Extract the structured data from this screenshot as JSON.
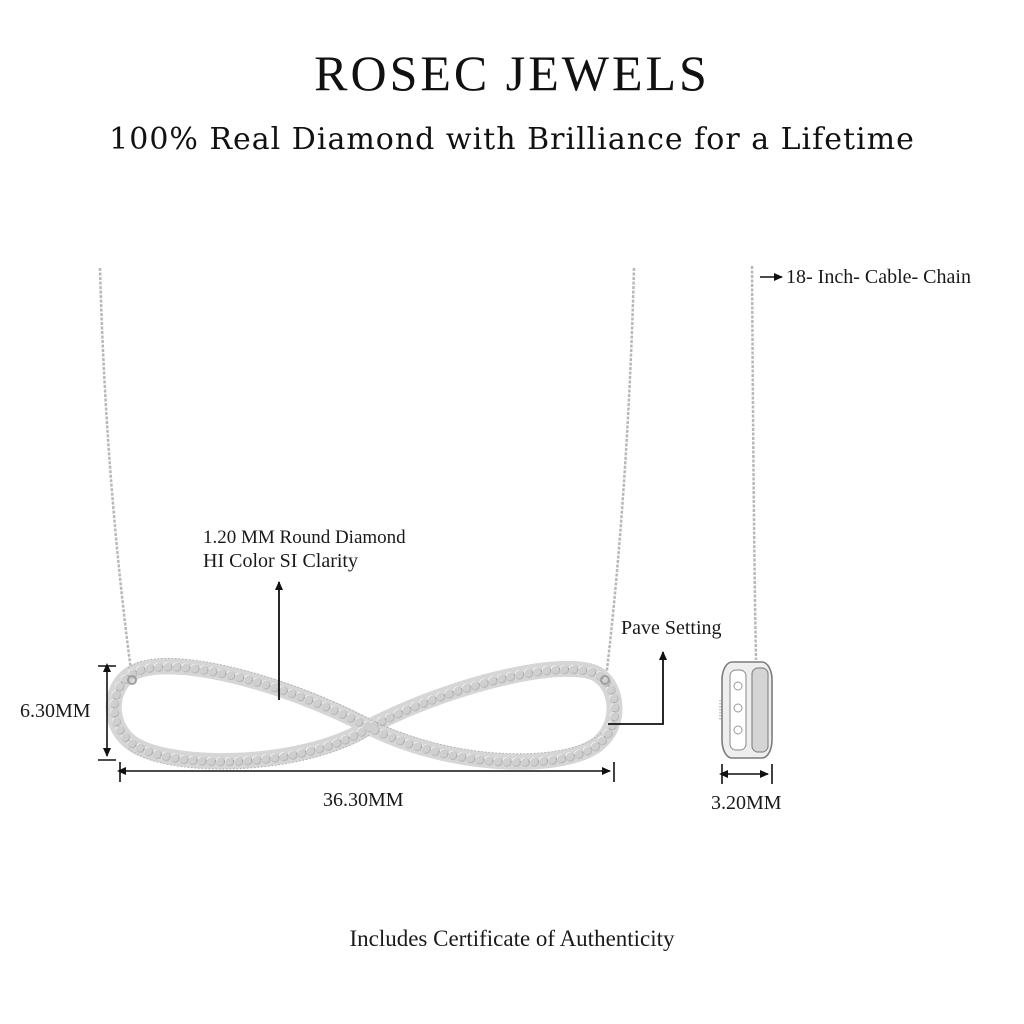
{
  "header": {
    "brand": "ROSEC JEWELS",
    "tagline": "100% Real Diamond with Brilliance for a Lifetime"
  },
  "annotations": {
    "diamond_line1": "1.20 MM Round Diamond",
    "diamond_line2": "HI Color SI Clarity",
    "setting": "Pave Setting",
    "chain": "18- Inch- Cable- Chain",
    "height": "6.30MM",
    "width": "36.30MM",
    "depth": "3.20MM"
  },
  "footer": {
    "note": "Includes Certificate of Authenticity"
  },
  "colors": {
    "metal": "#c9c9c9",
    "metal_dark": "#8e8e8e",
    "ink": "#111111",
    "background": "#ffffff"
  },
  "icons": {
    "pendant": "infinity-pendant-icon",
    "side_view": "pendant-side-view-icon"
  }
}
